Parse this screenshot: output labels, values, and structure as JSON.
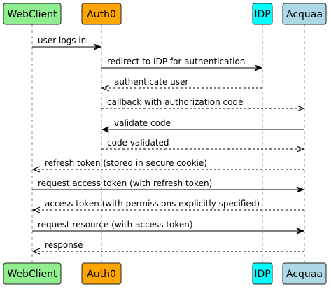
{
  "participants": [
    {
      "id": "webclient",
      "label": "WebClient",
      "color": "#90ee90"
    },
    {
      "id": "auth0",
      "label": "Auth0",
      "color": "#ffa500"
    },
    {
      "id": "idp",
      "label": "IDP",
      "color": "#00ffff"
    },
    {
      "id": "acquaa",
      "label": "Acquaa",
      "color": "#add8e6"
    }
  ],
  "messages": [
    {
      "from": "webclient",
      "to": "auth0",
      "label": "user logs in",
      "style": "solid"
    },
    {
      "from": "auth0",
      "to": "idp",
      "label": "redirect to IDP for authentication",
      "style": "solid"
    },
    {
      "from": "idp",
      "to": "auth0",
      "label": "authenticate user",
      "style": "dashed"
    },
    {
      "from": "auth0",
      "to": "acquaa",
      "label": "callback with authorization code",
      "style": "dashed"
    },
    {
      "from": "acquaa",
      "to": "auth0",
      "label": "validate code",
      "style": "solid"
    },
    {
      "from": "auth0",
      "to": "acquaa",
      "label": "code validated",
      "style": "dashed"
    },
    {
      "from": "acquaa",
      "to": "webclient",
      "label": "refresh token (stored in secure cookie)",
      "style": "dashed"
    },
    {
      "from": "webclient",
      "to": "acquaa",
      "label": "request access token (with refresh token)",
      "style": "solid"
    },
    {
      "from": "acquaa",
      "to": "webclient",
      "label": "access token (with permissions explicitly specified)",
      "style": "dashed"
    },
    {
      "from": "webclient",
      "to": "acquaa",
      "label": "request resource (with access token)",
      "style": "solid"
    },
    {
      "from": "acquaa",
      "to": "webclient",
      "label": "response",
      "style": "dashed"
    }
  ]
}
